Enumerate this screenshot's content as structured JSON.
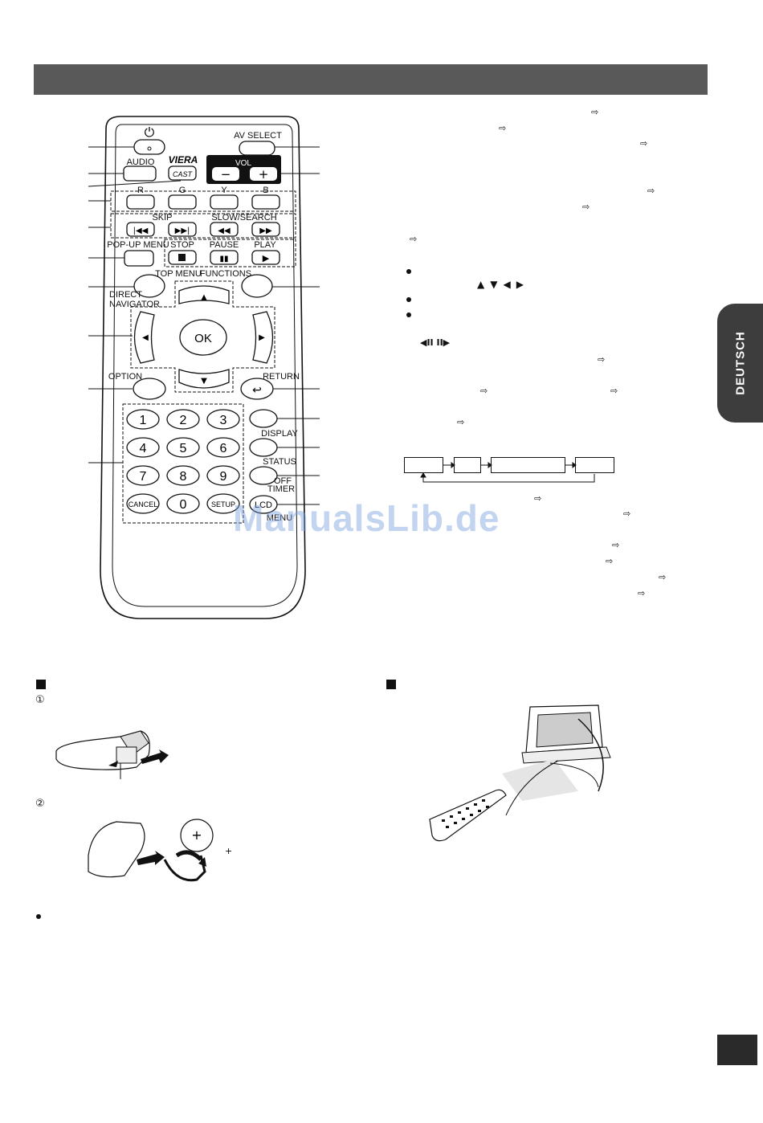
{
  "header": {
    "title": ""
  },
  "sidebar_tab": {
    "label": "DEUTSCH"
  },
  "watermark": {
    "text": "ManualsLib.de"
  },
  "remote": {
    "labels": {
      "power": "⏻",
      "av_select": "AV SELECT",
      "audio": "AUDIO",
      "viera": "VIERA",
      "cast": "CAST",
      "vol": "VOL",
      "vol_minus": "−",
      "vol_plus": "+",
      "r": "R",
      "g": "G",
      "y": "Y",
      "b": "B",
      "skip": "SKIP",
      "slow_search": "SLOW/SEARCH",
      "popup_menu": "POP-UP MENU",
      "stop": "STOP",
      "pause": "PAUSE",
      "play": "PLAY",
      "top_menu": "TOP MENU",
      "functions": "FUNCTIONS",
      "direct": "DIRECT",
      "navigator": "NAVIGATOR",
      "ok": "OK",
      "option": "OPTION",
      "return": "RETURN",
      "display": "DISPLAY",
      "status": "STATUS",
      "off_timer_1": "OFF",
      "off_timer_2": "TIMER",
      "lcd": "LCD",
      "lcd_sub": "MENU",
      "cancel": "CANCEL",
      "setup": "SETUP",
      "digits": [
        "1",
        "2",
        "3",
        "4",
        "5",
        "6",
        "7",
        "8",
        "9",
        "0"
      ]
    }
  },
  "sections": {
    "battery_step1": "①",
    "battery_step2": "②",
    "plus_sign": "+",
    "plus_small": "+"
  },
  "icons": {
    "arrow": "⇨",
    "up": "▲",
    "down": "▼",
    "left": "◀",
    "right": "▶",
    "frame_back": "◀II",
    "frame_fwd": "II▶"
  }
}
